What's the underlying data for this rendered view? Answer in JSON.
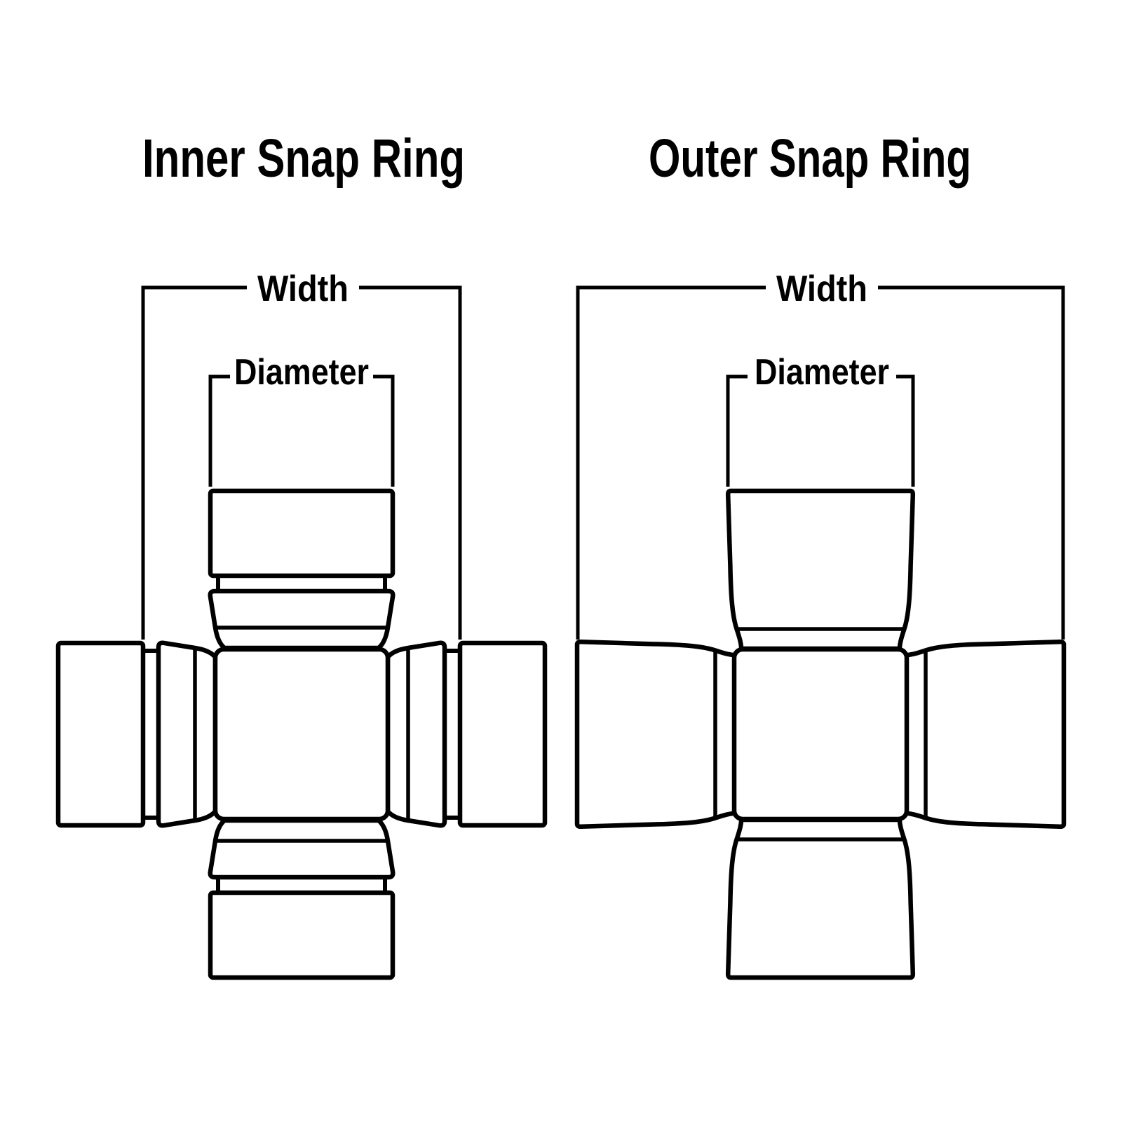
{
  "colors": {
    "ink": "#000000",
    "background": "#ffffff"
  },
  "diagrams": [
    {
      "id": "inner-snap-ring",
      "title": "Inner Snap Ring",
      "width_label": "Width",
      "diameter_label": "Diameter"
    },
    {
      "id": "outer-snap-ring",
      "title": "Outer Snap Ring",
      "width_label": "Width",
      "diameter_label": "Diameter"
    }
  ]
}
